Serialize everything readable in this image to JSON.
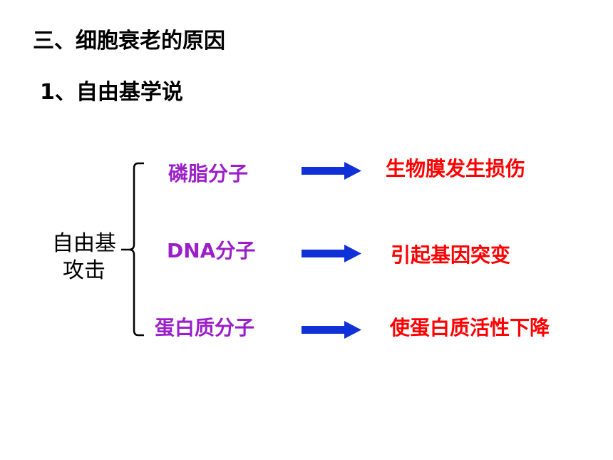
{
  "section_title": "三、细胞衰老的原因",
  "subsection_title": "1、自由基学说",
  "center": {
    "line1": "自由基",
    "line2": "攻击"
  },
  "colors": {
    "heading": "#000000",
    "cause": "#9b1fc8",
    "effect": "#ff0000",
    "arrow": "#1030d8"
  },
  "rows": [
    {
      "cause": "磷脂分子",
      "effect": "生物膜发生损伤"
    },
    {
      "cause": "DNA分子",
      "effect": "引起基因突变"
    },
    {
      "cause": "蛋白质分子",
      "effect": "使蛋白质活性下降"
    }
  ]
}
